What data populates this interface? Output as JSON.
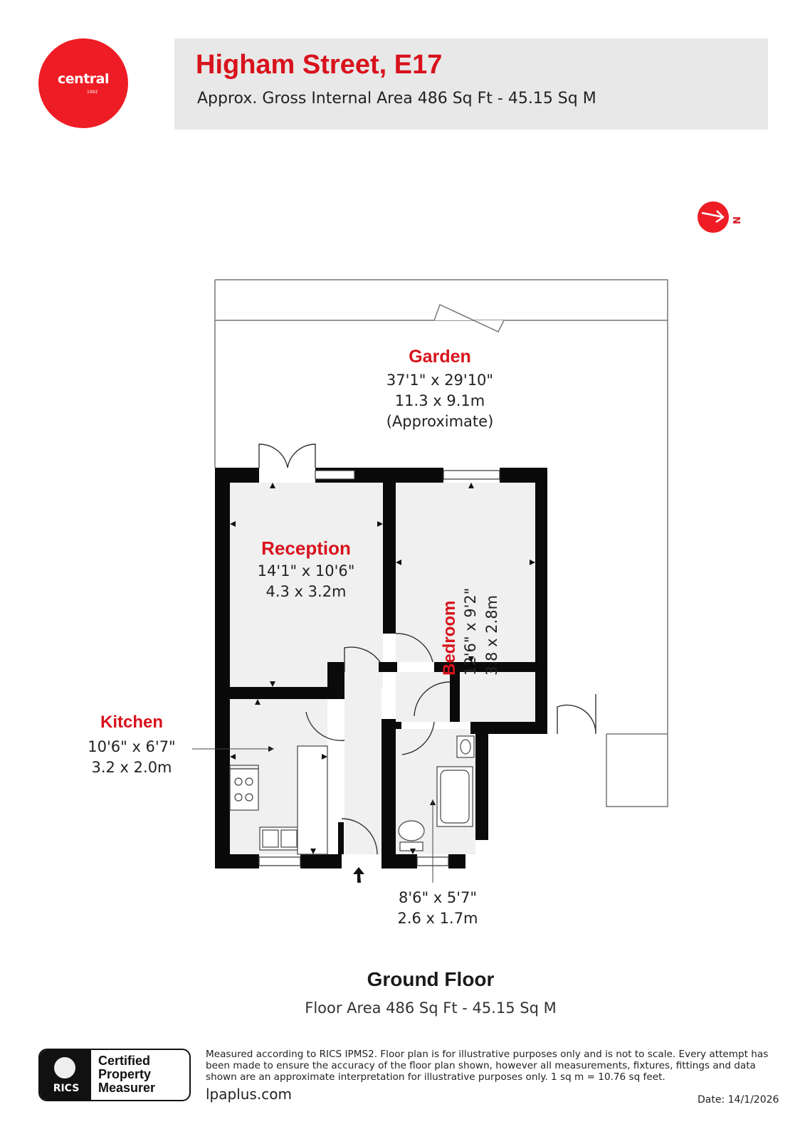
{
  "brand": {
    "logo_text": "central",
    "logo_year": "1992",
    "color": "#ee1c24"
  },
  "header": {
    "title": "Higham Street, E17",
    "subtitle": "Approx. Gross Internal Area 486 Sq Ft - 45.15 Sq M"
  },
  "compass": {
    "direction_label": "N",
    "icon": "north-arrow-icon"
  },
  "rooms": {
    "garden": {
      "name": "Garden",
      "dims_imperial": "37'1\" x 29'10\"",
      "dims_metric": "11.3 x 9.1m",
      "note": "(Approximate)"
    },
    "reception": {
      "name": "Reception",
      "dims_imperial": "14'1\" x 10'6\"",
      "dims_metric": "4.3 x 3.2m"
    },
    "bedroom": {
      "name": "Bedroom",
      "dims_imperial": "12'6\" x 9'2\"",
      "dims_metric": "3.8 x 2.8m"
    },
    "kitchen": {
      "name": "Kitchen",
      "dims_imperial": "10'6\" x 6'7\"",
      "dims_metric": "3.2 x 2.0m"
    },
    "bathroom": {
      "dims_imperial": "8'6\" x 5'7\"",
      "dims_metric": "2.6 x 1.7m"
    }
  },
  "floor": {
    "title": "Ground Floor",
    "area": "Floor Area 486 Sq Ft - 45.15 Sq M"
  },
  "footer": {
    "rics_label": "RICS",
    "certified_line1": "Certified",
    "certified_line2": "Property",
    "certified_line3": "Measurer",
    "disclaimer": "Measured according to RICS IPMS2. Floor plan is for illustrative purposes only and is not to scale. Every attempt has been made to ensure the accuracy of the floor plan shown, however all measurements, fixtures, fittings and data shown are an approximate interpretation for illustrative purposes only. 1 sq m = 10.76 sq feet.",
    "website": "lpaplus.com",
    "date": "Date: 14/1/2026"
  }
}
